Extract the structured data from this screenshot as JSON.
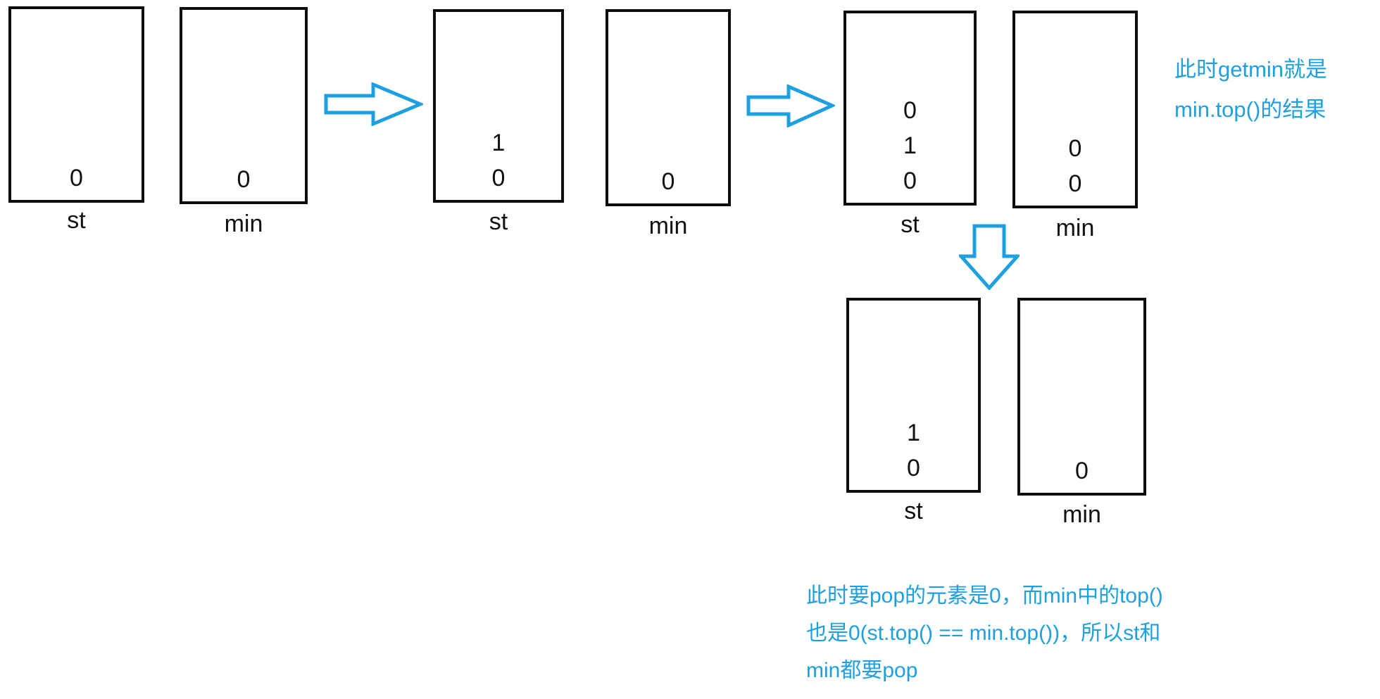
{
  "colors": {
    "accent": "#1EA0E0",
    "box_border": "#0d0d0d",
    "background": "#ffffff"
  },
  "stages": [
    {
      "st": {
        "label": "st",
        "values": [
          "0"
        ]
      },
      "min": {
        "label": "min",
        "values": [
          "0"
        ]
      }
    },
    {
      "st": {
        "label": "st",
        "values": [
          "1",
          "0"
        ]
      },
      "min": {
        "label": "min",
        "values": [
          "0"
        ]
      }
    },
    {
      "st": {
        "label": "st",
        "values": [
          "0",
          "1",
          "0"
        ]
      },
      "min": {
        "label": "min",
        "values": [
          "0",
          "0"
        ]
      }
    },
    {
      "st": {
        "label": "st",
        "values": [
          "1",
          "0"
        ]
      },
      "min": {
        "label": "min",
        "values": [
          "0"
        ]
      }
    }
  ],
  "annotations": {
    "getmin_note_line1": "此时getmin就是",
    "getmin_note_line2": "min.top()的结果",
    "pop_note_line1": "此时要pop的元素是0，而min中的top()",
    "pop_note_line2": "也是0(st.top() == min.top())，所以st和",
    "pop_note_line3": "min都要pop"
  }
}
